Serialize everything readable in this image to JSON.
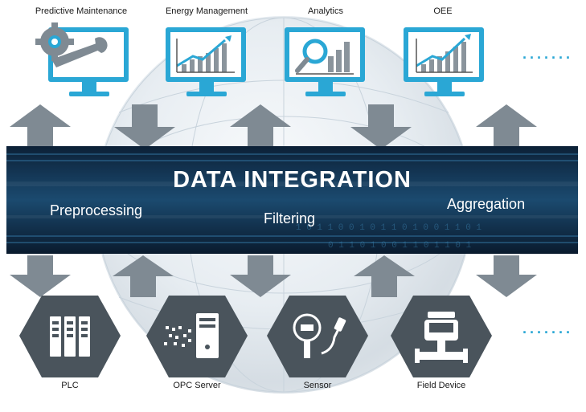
{
  "title": "DATA INTEGRATION",
  "band_words": [
    "Preprocessing",
    "Filtering",
    "Aggregation"
  ],
  "applications": [
    {
      "label": "Predictive Maintenance",
      "icon": "gear-wrench-icon"
    },
    {
      "label": "Energy Management",
      "icon": "rising-chart-icon"
    },
    {
      "label": "Analytics",
      "icon": "magnifier-chart-icon"
    },
    {
      "label": "OEE",
      "icon": "rising-chart-icon"
    }
  ],
  "devices": [
    {
      "label": "PLC",
      "icon": "plc-rack-icon"
    },
    {
      "label": "OPC Server",
      "icon": "server-icon"
    },
    {
      "label": "Sensor",
      "icon": "sensor-icon"
    },
    {
      "label": "Field Device",
      "icon": "valve-icon"
    }
  ],
  "colors": {
    "accent": "#2aa7d5",
    "arrow": "#7f8a93",
    "hexagon": "#4a545c",
    "band_dark": "#0c2036"
  }
}
